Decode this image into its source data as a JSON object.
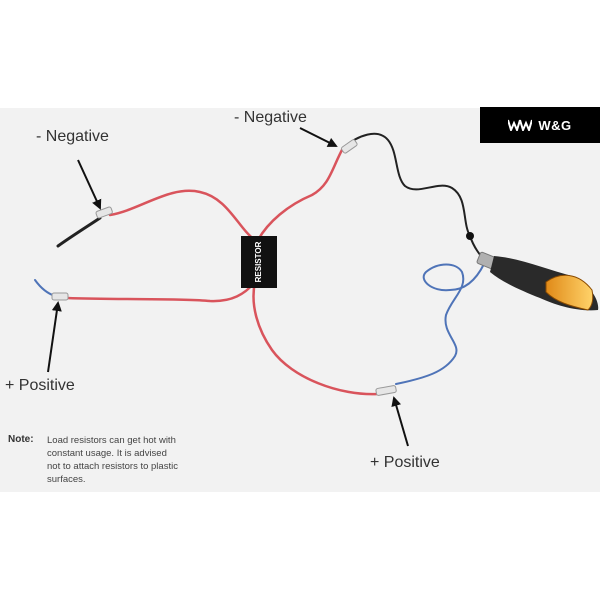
{
  "logo": {
    "text": "W&G",
    "icon": "w-and-g-logo-icon"
  },
  "labels": {
    "negative_left": "- Negative",
    "negative_top": "- Negative",
    "positive_left": "+ Positive",
    "positive_right": "+ Positive"
  },
  "resistor": {
    "label": "RESISTOR"
  },
  "note": {
    "heading": "Note:",
    "text": "Load resistors can get hot with\nconstant usage. It is advised\nnot to attach resistors to plastic\nsurfaces."
  },
  "colors": {
    "red_wire": "#d9545c",
    "black_wire": "#222222",
    "blue_wire": "#4f74b8",
    "resistor": "#111111",
    "indicator_amber": "#f5a623"
  }
}
